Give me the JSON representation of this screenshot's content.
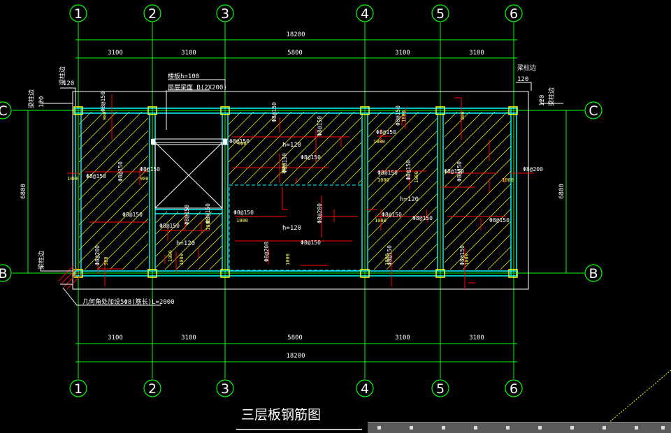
{
  "drawing": {
    "title": "三层板钢筋图",
    "axes_top": [
      "1",
      "2",
      "3",
      "4",
      "5",
      "6"
    ],
    "axes_bottom": [
      "1",
      "2",
      "3",
      "4",
      "5",
      "6"
    ],
    "axes_left": [
      "C",
      "B"
    ],
    "axes_right": [
      "C",
      "B"
    ],
    "dims_top": [
      "3100",
      "3100",
      "5800",
      "3100",
      "3100"
    ],
    "total_top": "18200",
    "dims_bottom": [
      "3100",
      "3100",
      "5800",
      "3100",
      "3100"
    ],
    "total_bottom": "18200",
    "dim_left": "6800",
    "dim_right": "6800",
    "thickness_labels": [
      "h=120",
      "h=120",
      "h=120",
      "h=120"
    ],
    "note_stair": "楼板h=100",
    "note_beam": "局层梁面 B(2X200)",
    "note_corner": "几何角处加设5Φ8(筋长)L=2000",
    "note_edge_tl": "梁柱边",
    "note_edge_tr": "梁柱边",
    "note_edge_left_top": "梁柱边",
    "note_edge_left_bottom": "梁柱边",
    "note_edge_right": "梁柱边",
    "side_offset_tl": "120",
    "side_offset_tr": "120",
    "side_offset_left": "120",
    "side_offset_right": "120",
    "rebar_labels": [
      "Φ8@150",
      "Φ8@150",
      "Φ8@150",
      "Φ8@150",
      "Φ8@150",
      "Φ8@200",
      "Φ8@150",
      "Φ8@150",
      "Φ8@150",
      "Φ8@150",
      "Φ8@150",
      "Φ8@150",
      "Φ8@150",
      "Φ8@150",
      "Φ8@150",
      "Φ8@200",
      "Φ8@150",
      "Φ8@200",
      "Φ8@150",
      "Φ8@150",
      "Φ8@150",
      "Φ8@150",
      "Φ8@150",
      "Φ8@150",
      "Φ8@150",
      "Φ8@150",
      "Φ8@150",
      "Φ8@150",
      "Φ8@150",
      "Φ8@200"
    ],
    "yellow_labels": [
      "900",
      "1000",
      "900",
      "900",
      "1000",
      "1000",
      "1000",
      "900",
      "1000",
      "1000",
      "1000",
      "1000",
      "1000",
      "1000",
      "1000",
      "1000",
      "1000",
      "900",
      "1000",
      "1000"
    ],
    "colors": {
      "background": "#000000",
      "grid": "#00ff00",
      "beam": "#00ffff",
      "column": "#ffff00",
      "rebar": "#ff0000",
      "hatch": "#ffff00",
      "text": "#ffffff",
      "opening": "#ffffff"
    }
  }
}
